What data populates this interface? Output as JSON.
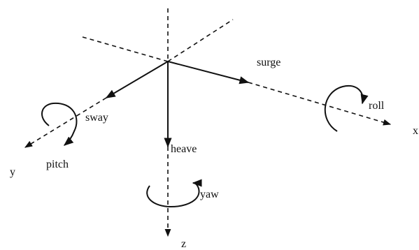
{
  "labels": {
    "surge": "surge",
    "sway": "sway",
    "heave": "heave",
    "roll": "roll",
    "pitch": "pitch",
    "yaw": "yaw",
    "x": "x",
    "y": "y",
    "z": "z"
  },
  "colors": {
    "ink": "#111111",
    "background": "#ffffff"
  }
}
